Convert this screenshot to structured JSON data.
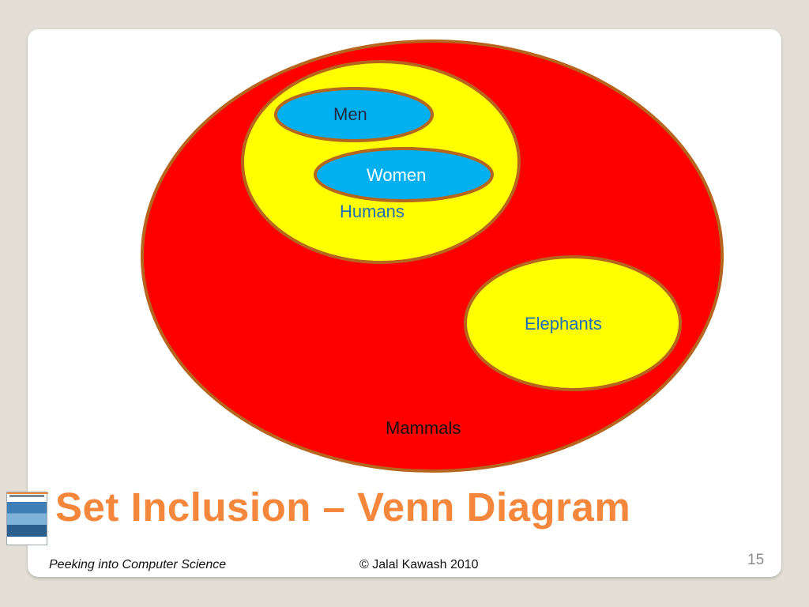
{
  "diagram": {
    "sets": {
      "mammals": "Mammals",
      "humans": "Humans",
      "men": "Men",
      "women": "Women",
      "elephants": "Elephants"
    },
    "colors": {
      "outer_fill": "#ff0000",
      "inner_fill": "#ffff00",
      "leaf_fill": "#00b0f0",
      "outline": "#b5651d"
    }
  },
  "slide": {
    "title": "Set Inclusion – Venn Diagram",
    "footer_left": "Peeking into Computer Science",
    "footer_center": "© Jalal Kawash 2010",
    "page_number": "15"
  },
  "colors": {
    "title": "#f5873c",
    "background": "#e3dfd6",
    "slide_bg": "#ffffff"
  }
}
